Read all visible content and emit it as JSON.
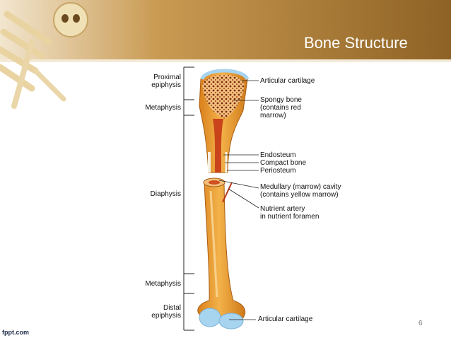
{
  "slide": {
    "title": "Bone Structure",
    "page_number": "6",
    "watermark": "fppt.com",
    "colors": {
      "banner": "#b98a3e",
      "banner_dark": "#8a5f1e",
      "bone": "#e9a23a",
      "cartilage": "#a7d4ef"
    }
  },
  "labels": {
    "left": {
      "proximal": [
        "Proximal",
        "epiphysis"
      ],
      "metaphysis_top": "Metaphysis",
      "diaphysis": "Diaphysis",
      "metaphysis_bottom": "Metaphysis",
      "distal": [
        "Distal",
        "epiphysis"
      ]
    },
    "right": {
      "articular_top": "Articular cartilage",
      "spongy": [
        "Spongy bone",
        "(contains red",
        "marrow)"
      ],
      "endosteum": "Endosteum",
      "compact": "Compact bone",
      "periosteum": "Periosteum",
      "medullary": [
        "Medullary (marrow) cavity",
        "(contains yellow marrow)"
      ],
      "nutrient": [
        "Nutrient artery",
        "in nutrient foramen"
      ],
      "articular_bottom": "Articular cartilage"
    }
  }
}
